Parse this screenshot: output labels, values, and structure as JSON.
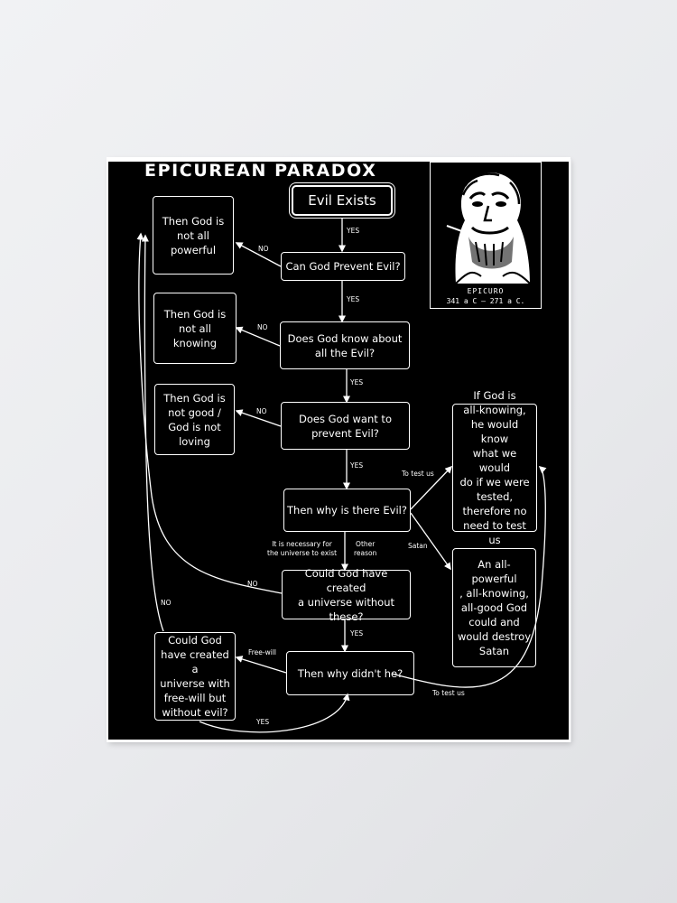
{
  "title": "EPICUREAN PARADOX",
  "portrait": {
    "name": "EPICURO",
    "dates": "341 a C  —  271 a C."
  },
  "nodes": {
    "evil_exists": "Evil Exists",
    "prevent": "Can God Prevent Evil?",
    "know": "Does God know about\nall the Evil?",
    "want": "Does God want to\nprevent Evil?",
    "why_evil": "Then why is there Evil?",
    "could_universe": "Could God have created\na universe without\nthese?",
    "why_didnt": "Then why didn't he?",
    "not_powerful": "Then God is\nnot all\npowerful",
    "not_knowing": "Then God is\nnot all\nknowing",
    "not_good": "Then God is\nnot good /\nGod is not\nloving",
    "test_answer": "If God is\nall-knowing,\nhe would know\nwhat we would\ndo if we were\ntested,\ntherefore no\nneed to test us",
    "satan_answer": "An all-powerful\n, all-knowing,\nall-good God\ncould and\nwould destroy\nSatan",
    "freewill_q": "Could God\nhave created a\nuniverse with\nfree-will but\nwithout evil?"
  },
  "edges": {
    "yes_1": "YES",
    "yes_2": "YES",
    "yes_3": "YES",
    "yes_4": "YES",
    "yes_5": "YES",
    "yes_6": "YES",
    "no_1": "NO",
    "no_2": "NO",
    "no_3": "NO",
    "no_4": "NO",
    "no_5": "NO",
    "to_test_us_1": "To test us",
    "to_test_us_2": "To test us",
    "satan": "Satan",
    "necessary": "It is necessary for\nthe universe to exist",
    "other_reason": "Other\nreason",
    "free_will": "Free-will"
  }
}
